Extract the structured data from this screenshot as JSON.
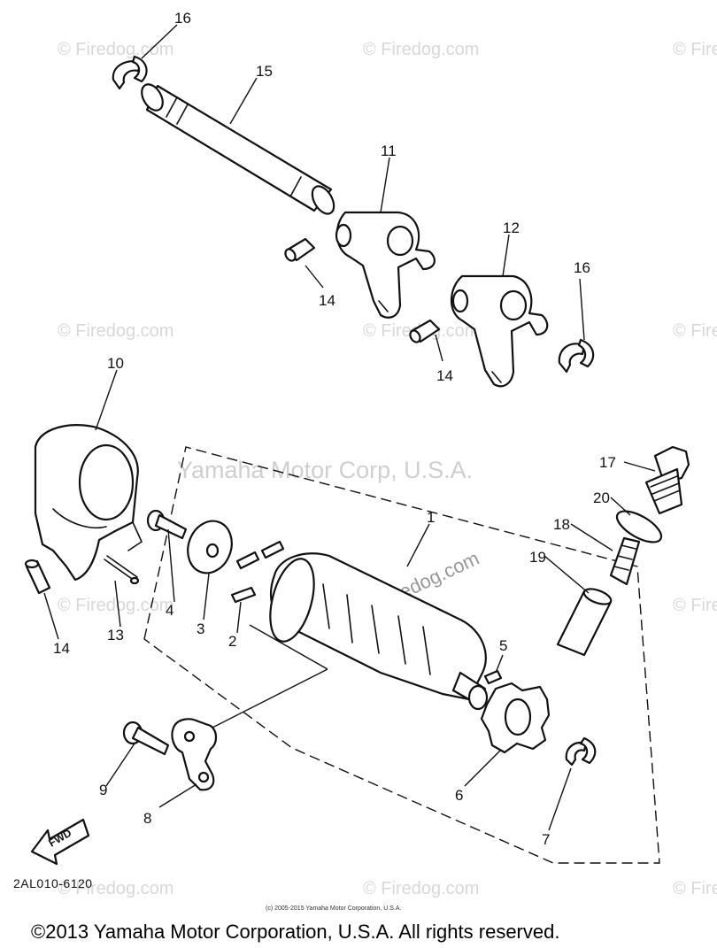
{
  "watermark": {
    "small": "© Firedog.com",
    "center": "Yamaha Motor Corp, U.S.A.",
    "mid": "© Firedog.com"
  },
  "callouts": {
    "c1": "1",
    "c2": "2",
    "c3": "3",
    "c4": "4",
    "c5": "5",
    "c6": "6",
    "c7": "7",
    "c8": "8",
    "c9": "9",
    "c10": "10",
    "c11": "11",
    "c12": "12",
    "c13": "13",
    "c14a": "14",
    "c14b": "14",
    "c14c": "14",
    "c15": "15",
    "c16a": "16",
    "c16b": "16",
    "c17": "17",
    "c18": "18",
    "c19": "19",
    "c20": "20"
  },
  "fwd_label": "FWD",
  "drawing_code": "2AL010-6120",
  "small_copyright": "(c) 2005-2015 Yamaha Motor Corporation, U.S.A.",
  "footer_copyright": "©2013 Yamaha Motor Corporation, U.S.A. All rights reserved."
}
